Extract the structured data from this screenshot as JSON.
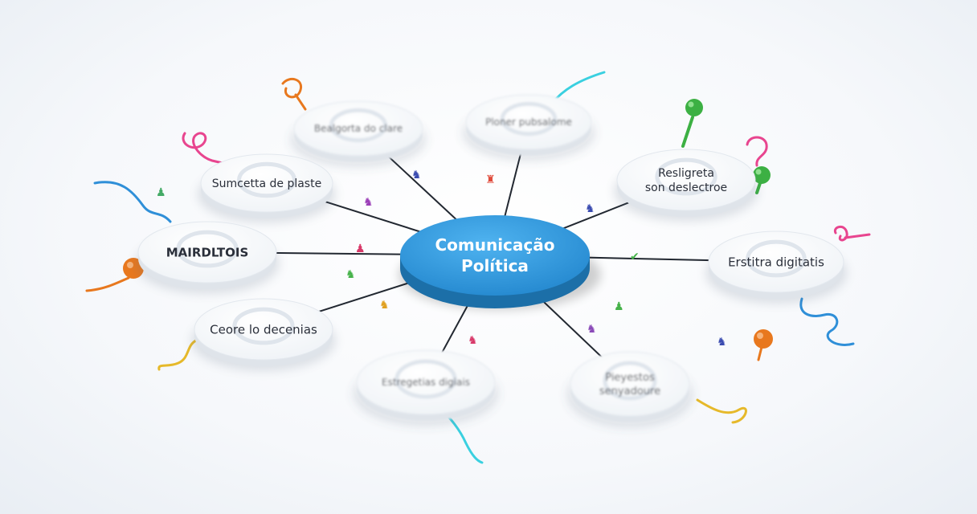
{
  "center": {
    "line1": "Comunicação",
    "line2": "Política"
  },
  "nodes": [
    {
      "id": "n1",
      "lines": [
        "Bealgorta do clare"
      ],
      "blur": true
    },
    {
      "id": "n2",
      "lines": [
        "Ploner pubsalome"
      ],
      "blur": true
    },
    {
      "id": "n3",
      "lines": [
        "Resligreta",
        "son deslectroe"
      ],
      "blur": false
    },
    {
      "id": "n4",
      "lines": [
        "Sumcetta de plaste"
      ],
      "blur": false
    },
    {
      "id": "n5",
      "lines": [
        "MAIRDLTOIS"
      ],
      "blur": false
    },
    {
      "id": "n6",
      "lines": [
        "Erstitra digitatis"
      ],
      "blur": false
    },
    {
      "id": "n7",
      "lines": [
        "Ceore lo decenias"
      ],
      "blur": false
    },
    {
      "id": "n8",
      "lines": [
        "Estregetias digiais"
      ],
      "blur": true
    },
    {
      "id": "n9",
      "lines": [
        "Pieyestos",
        "senyadoure"
      ],
      "blur": true
    }
  ],
  "colors": {
    "center_fill": "#2b97dc",
    "center_side": "#1c6fa8",
    "node_fill": "#ffffff",
    "node_side": "#dfe4ea",
    "connector": "#222831",
    "pin_orange": "#e8781e",
    "pin_green": "#3cb043",
    "thread_blue": "#2f8fd8",
    "thread_pink": "#e8458f",
    "thread_yellow": "#e6b92a",
    "thread_cyan": "#3ad0e0"
  },
  "icons": [
    "pin-icon",
    "thread-icon",
    "people-icon"
  ]
}
